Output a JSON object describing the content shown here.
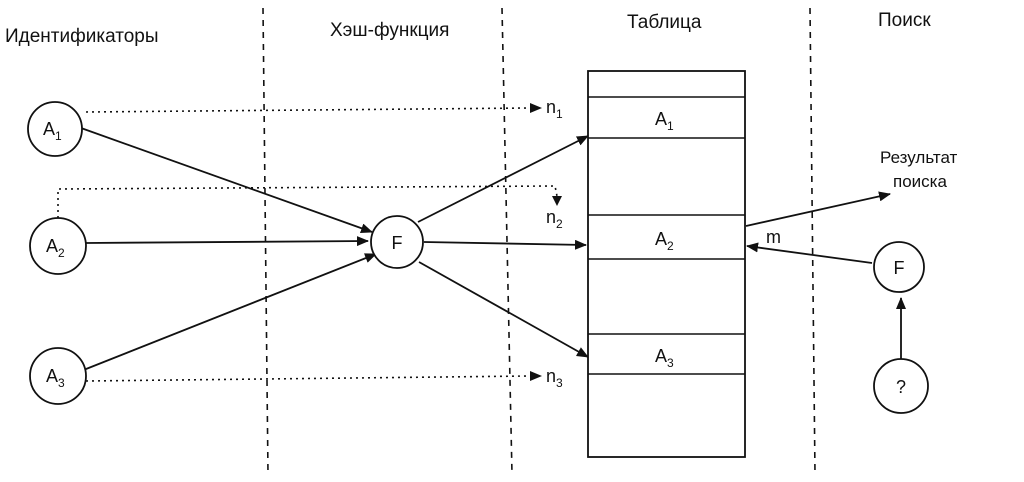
{
  "headers": {
    "identifiers": "Идентификаторы",
    "hash_function": "Хэш-функция",
    "table": "Таблица",
    "search": "Поиск"
  },
  "nodes": {
    "a1": {
      "base": "A",
      "sub": "1"
    },
    "a2": {
      "base": "A",
      "sub": "2"
    },
    "a3": {
      "base": "A",
      "sub": "3"
    },
    "hash": "F",
    "search_hash": "F",
    "query": "?"
  },
  "slots": {
    "n1": {
      "base": "n",
      "sub": "1"
    },
    "n2": {
      "base": "n",
      "sub": "2"
    },
    "n3": {
      "base": "n",
      "sub": "3"
    }
  },
  "table_entries": [
    {
      "base": "A",
      "sub": "1"
    },
    {
      "base": "A",
      "sub": "2"
    },
    {
      "base": "A",
      "sub": "3"
    }
  ],
  "search": {
    "m_label": "m",
    "result_line1": "Результат",
    "result_line2": "поиска"
  }
}
